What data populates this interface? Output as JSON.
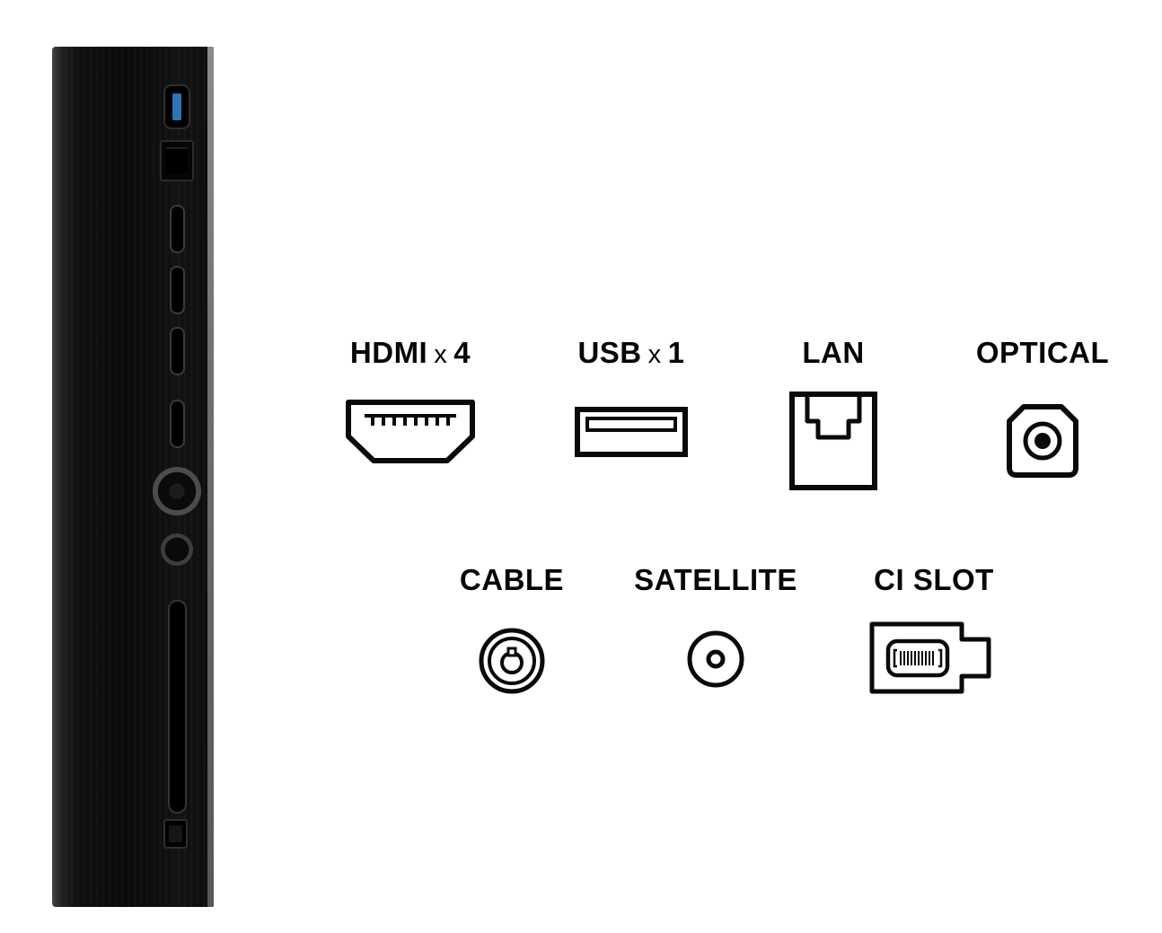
{
  "legend": {
    "row1": [
      {
        "name": "HDMI",
        "times": "x",
        "count": "4",
        "icon": "hdmi-icon"
      },
      {
        "name": "USB",
        "times": "x",
        "count": "1",
        "icon": "usb-icon"
      },
      {
        "name": "LAN",
        "icon": "lan-icon"
      },
      {
        "name": "OPTICAL",
        "icon": "optical-icon"
      }
    ],
    "row2": [
      {
        "name": "CABLE",
        "icon": "cable-icon"
      },
      {
        "name": "SATELLITE",
        "icon": "satellite-icon"
      },
      {
        "name": "CI SLOT",
        "icon": "ci-slot-icon"
      }
    ]
  },
  "colors": {
    "background": "#ffffff",
    "text": "#060606",
    "line": "#0a0a0a",
    "tv_panel": "#0d0d0d",
    "usb_accent": "#2e74b5",
    "bezel_gray": "#6f6f6f"
  }
}
